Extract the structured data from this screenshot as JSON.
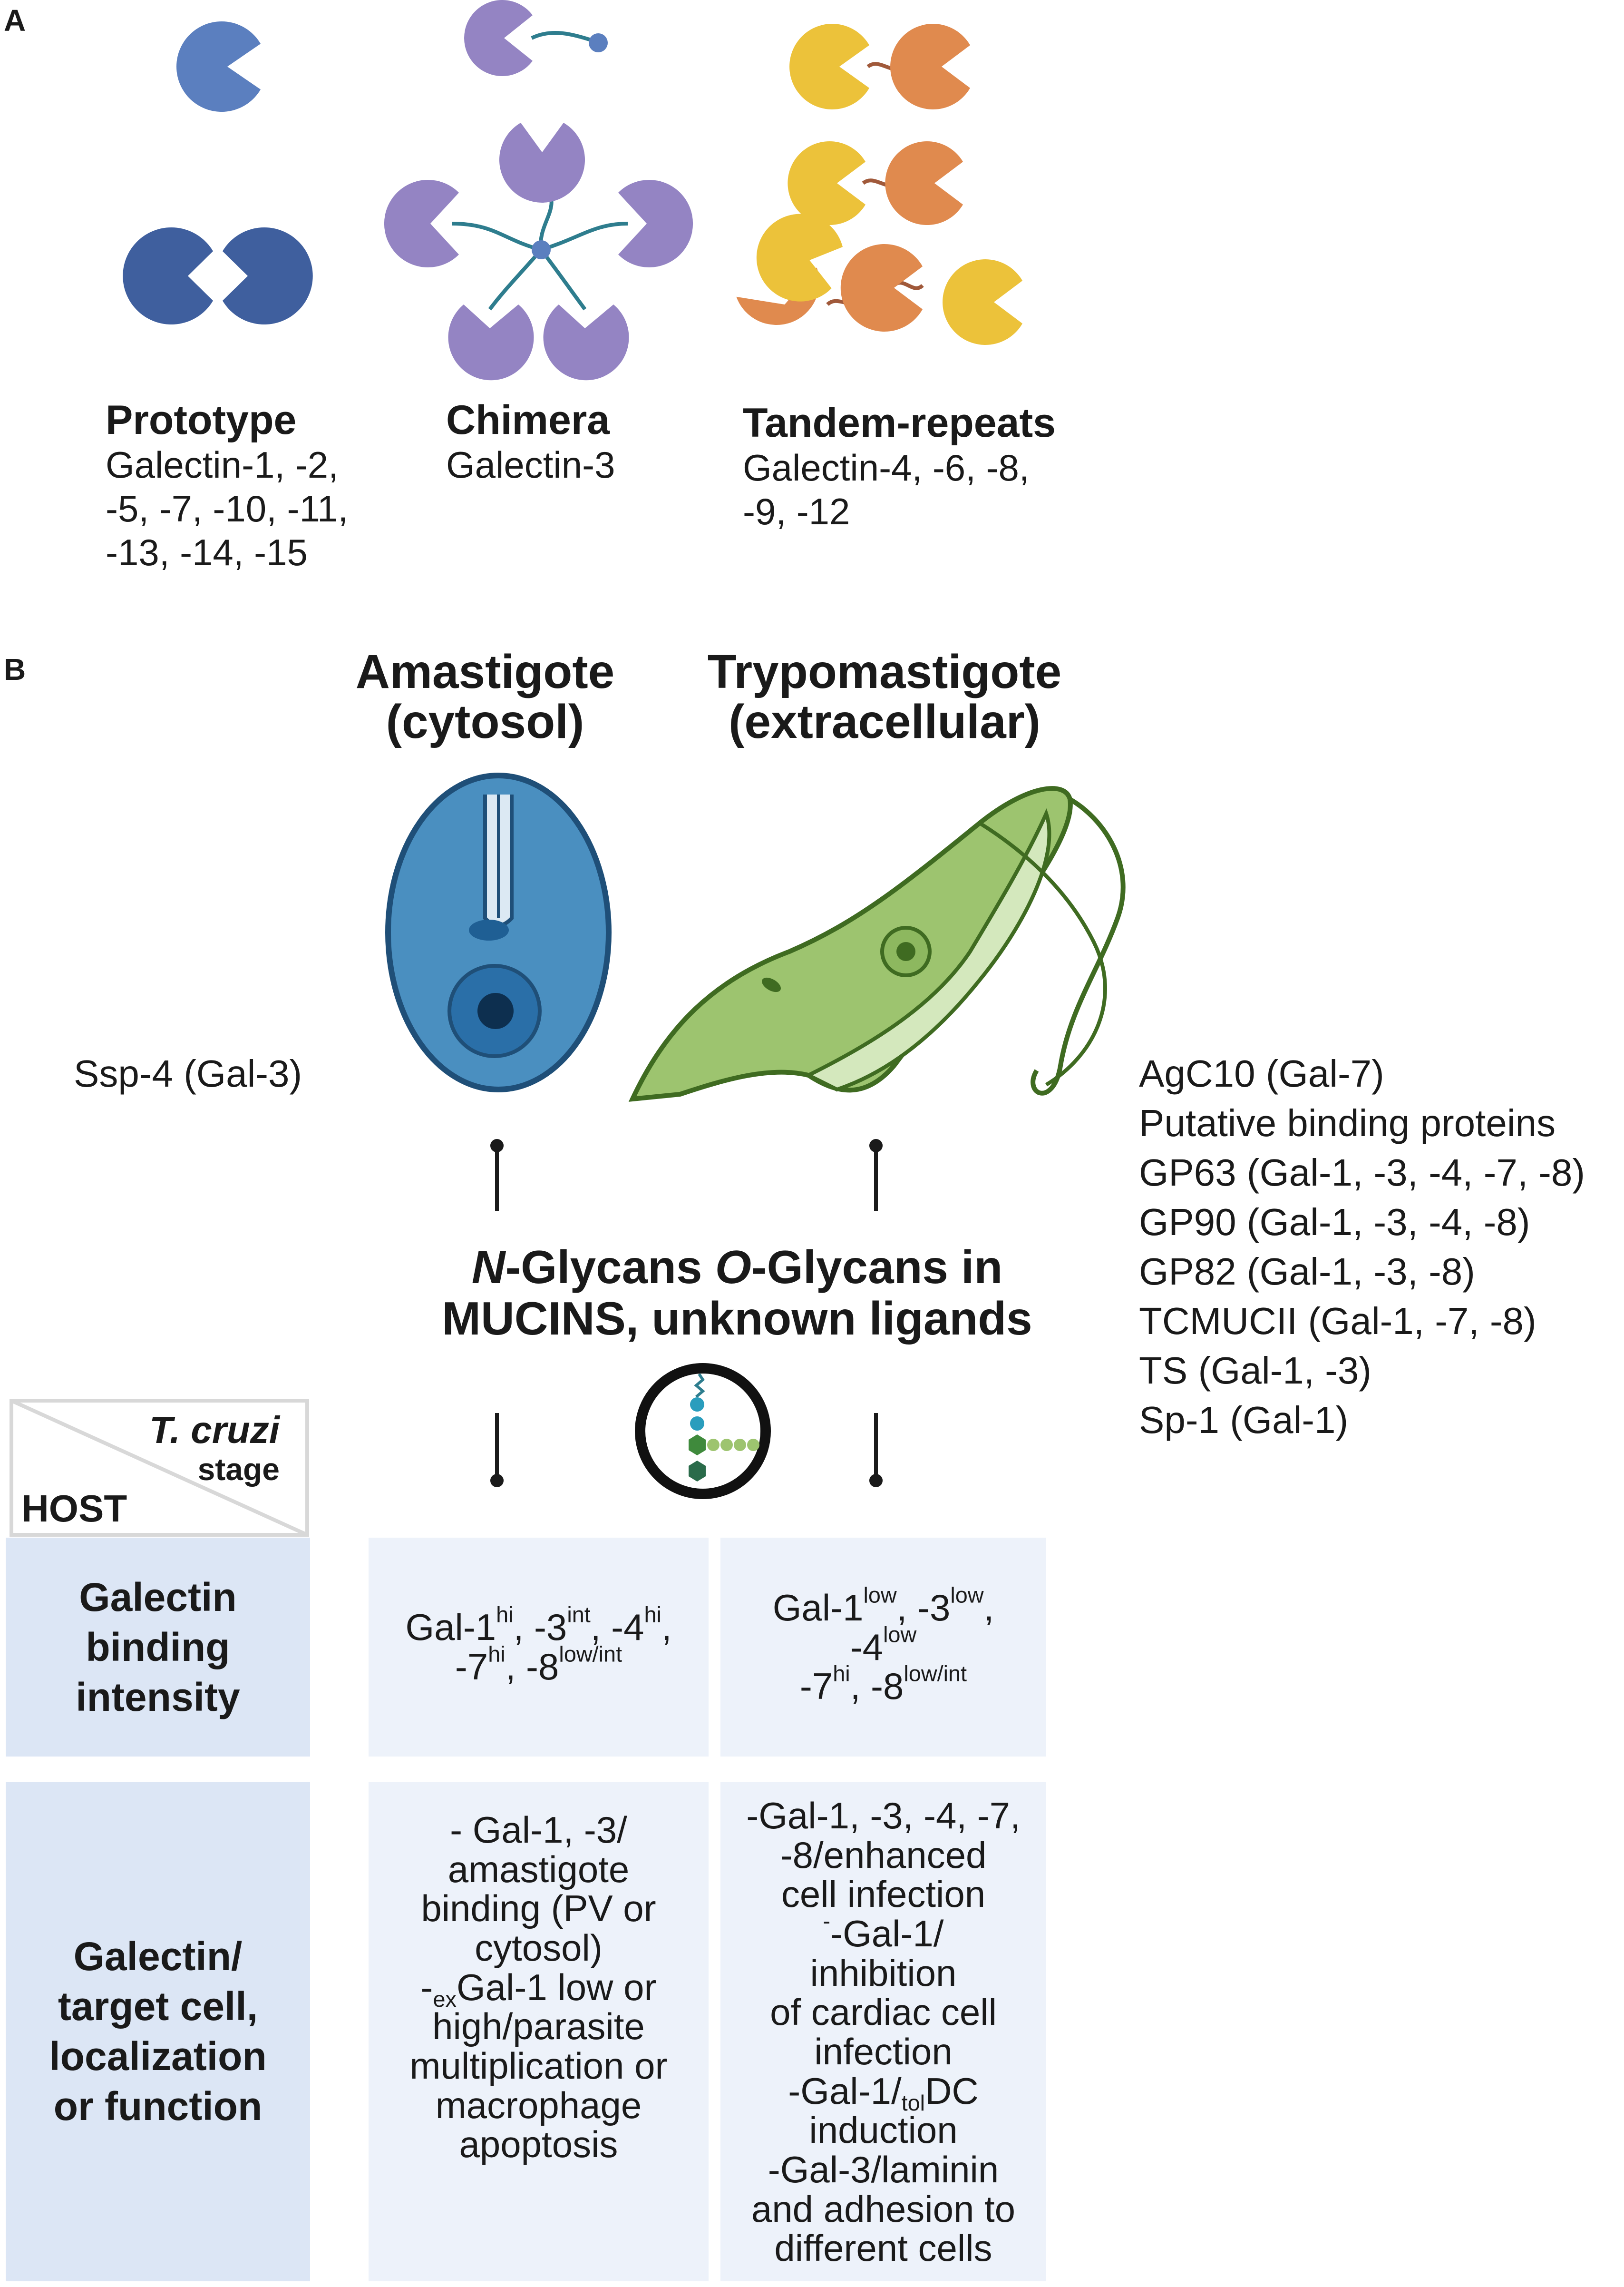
{
  "panel_a": {
    "letter": "A",
    "groups": [
      {
        "title": "Prototype",
        "members": "Galectin-1, -2,\n -5, -7, -10, -11,\n -13, -14, -15"
      },
      {
        "title": "Chimera",
        "members": "Galectin-3"
      },
      {
        "title": "Tandem-repeats",
        "members": "Galectin-4, -6, -8,\n -9, -12"
      }
    ]
  },
  "panel_b": {
    "letter": "B",
    "stages": [
      {
        "title": "Amastigote\n(cytosol)"
      },
      {
        "title": "Trypomastigote\n(extracellular)"
      }
    ],
    "left_protein": "Ssp-4 (Gal-3)",
    "right_proteins": [
      "AgC10 (Gal-7)",
      "Putative binding proteins",
      "GP63 (Gal-1, -3, -4, -7, -8)",
      "GP90 (Gal-1, -3, -4, -8)",
      "GP82  (Gal-1, -3, -8)",
      "TCMUCII (Gal-1, -7, -8)",
      "TS (Gal-1, -3)",
      "Sp-1 (Gal-1)"
    ],
    "glycans": {
      "n_letter": "N",
      "n_rest": "-Glycans ",
      "o_letter": "O",
      "o_rest": "-Glycans in",
      "line2": "MUCINS, unknown ligands"
    },
    "table": {
      "corner_stage_italic": "T. cruzi",
      "corner_stage": "stage",
      "corner_host": "HOST",
      "row1_header": "Galectin\nbinding\nintensity",
      "row2_header": "Galectin/\ntarget cell,\nlocalization\nor function",
      "ama_binding": {
        "gal1": "Gal-1",
        "gal1_sup": "hi",
        "gal3": ", -3",
        "gal3_sup": "int",
        "gal4": ", -4",
        "gal4_sup": "hi",
        "comma": ",",
        "gal7": "-7",
        "gal7_sup": "hi",
        "gal8": ", -8",
        "gal8_sup": "low/int"
      },
      "try_binding": {
        "gal1": "Gal-1",
        "gal1_sup": "low",
        "gal3": ", -3",
        "gal3_sup": "low",
        "comma": ",",
        "gal4": "-4",
        "gal4_sup": "low",
        "gal7": "-7",
        "gal7_sup": "hi",
        "gal8": ", -8",
        "gal8_sup": "low/int"
      },
      "ama_function": {
        "l1": "- Gal-1, -3/",
        "l2": "amastigote",
        "l3": "binding (PV or",
        "l4": "cytosol)",
        "l5_pre": "-",
        "l5_sub": "ex",
        "l5_post": "Gal-1 low or",
        "l6": "high/parasite",
        "l7": "multiplication or",
        "l8": "macrophage",
        "l9": "apoptosis"
      },
      "try_function": {
        "l1": "-Gal-1, -3, -4, -7,",
        "l2": "-8/enhanced",
        "l3": "cell infection",
        "l4_sup": "-",
        "l4": "-Gal-1/",
        "l5": "inhibition",
        "l6": "of cardiac cell",
        "l7": "infection",
        "l8_pre": "-Gal-1/",
        "l8_sub": "tol",
        "l8_post": "DC",
        "l9": "induction",
        "l10": "-Gal-3/laminin",
        "l11": "and adhesion to",
        "l12": "different cells"
      }
    }
  },
  "colors": {
    "proto_light": "#5b7fbf",
    "proto_dark": "#3f5f9e",
    "chimera": "#9484c3",
    "linker": "#2e7d8e",
    "tandem_yellow": "#ecc23a",
    "tandem_orange": "#e08a4e",
    "amastigote": "#4a8fc0",
    "trypomastigote": "#9dc46f",
    "row_header_bg": "#dce6f5",
    "cell_bg": "#edf2fa"
  }
}
